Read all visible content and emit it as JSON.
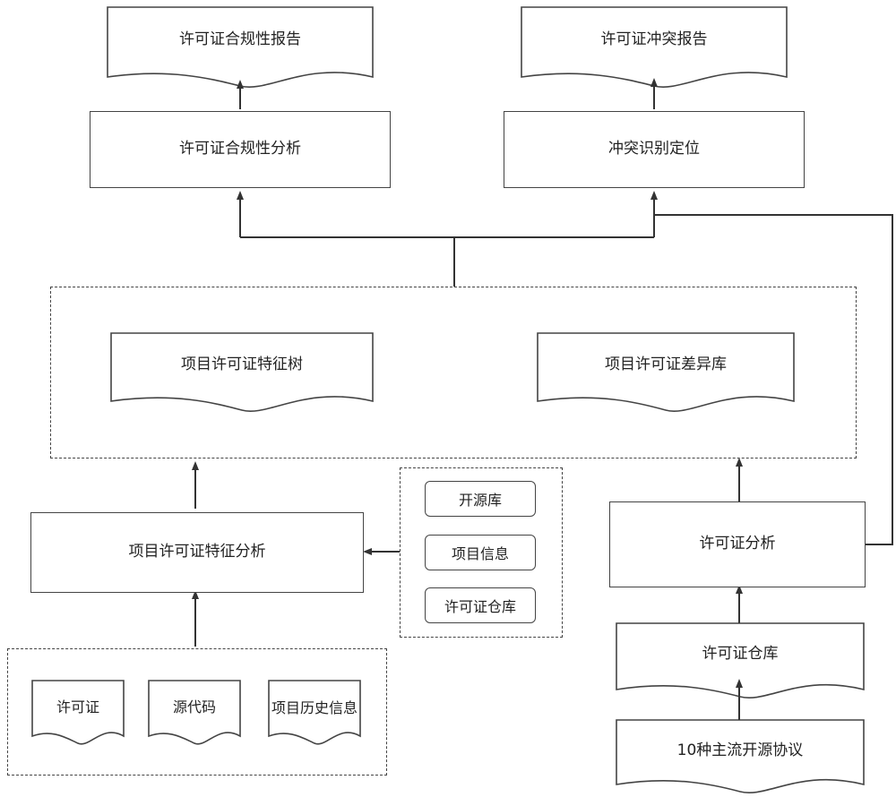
{
  "top": {
    "compliance_report": "许可证合规性报告",
    "conflict_report": "许可证冲突报告",
    "compliance_analysis": "许可证合规性分析",
    "conflict_location": "冲突识别定位"
  },
  "middle": {
    "feature_tree": "项目许可证特征树",
    "difference_lib": "项目许可证差异库"
  },
  "left": {
    "feature_analysis": "项目许可证特征分析",
    "inputs": [
      "许可证",
      "源代码",
      "项目历史信息"
    ]
  },
  "side_inputs": [
    "开源库",
    "项目信息",
    "许可证仓库"
  ],
  "right": {
    "license_analysis": "许可证分析",
    "license_repo": "许可证仓库",
    "protocols": "10种主流开源协议"
  }
}
